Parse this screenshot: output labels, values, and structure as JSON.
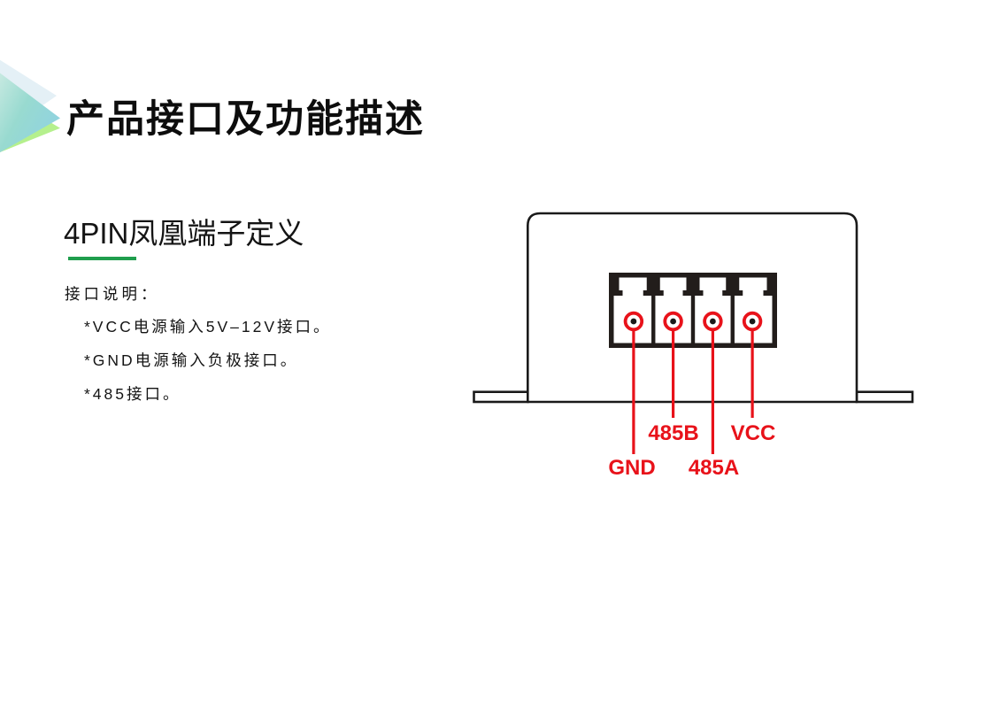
{
  "page": {
    "title": "产品接口及功能描述",
    "section": {
      "title": "4PIN凤凰端子定义",
      "description_heading": "接口说明：",
      "bullets": [
        "*VCC电源输入5V–12V接口。",
        "*GND电源输入负极接口。",
        "*485接口。"
      ]
    }
  },
  "diagram": {
    "pins": [
      "GND",
      "485B",
      "485A",
      "VCC"
    ],
    "colors": {
      "annotation_red": "#e8121a",
      "outline_black": "#1a1a1a",
      "terminal_block_fill": "#221d1b"
    }
  },
  "decor": {
    "underline_green": "#1f9e4d",
    "triangle_teal_gradient": [
      "#d9efe7",
      "#8dd0e7"
    ],
    "triangle_green": "#b5f08d",
    "triangle_pale_blue": "#e4f0f6"
  }
}
